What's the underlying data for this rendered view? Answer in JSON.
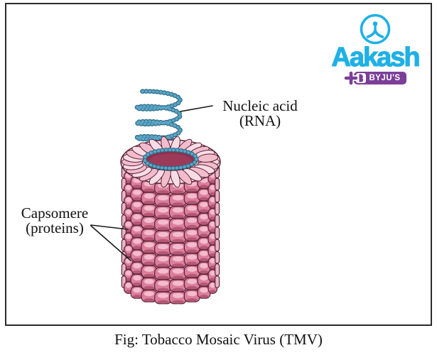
{
  "logo": {
    "brand": "Aakash",
    "plus": "+",
    "byjus": "BYJU'S"
  },
  "diagram": {
    "label_nucleic": {
      "line1": "Nucleic acid",
      "line2": "(RNA)"
    },
    "label_capsomere": {
      "line1": "Capsomere",
      "line2": "(proteins)"
    }
  },
  "caption": "Fig: Tobacco Mosaic Virus (TMV)",
  "colors": {
    "capsid_pink": "#DC7F9F",
    "capsid_pink_light": "#F3BCCC",
    "capsid_pink_pale": "#F8DCE5",
    "capsid_pink_edge": "#EBB5C7",
    "capsid_shadow": "#A34762",
    "capsid_outline": "#5A2338",
    "capsid_hole": "#8E3150",
    "capsid_hole_inner": "#9C3A59",
    "rna_blue": "#5BA5C6",
    "rna_blue_dark": "#2E6B86",
    "pointer_black": "#1A1A1A",
    "brand_cyan": "#1FB0E6",
    "byjus_purple": "#7B3F98"
  }
}
